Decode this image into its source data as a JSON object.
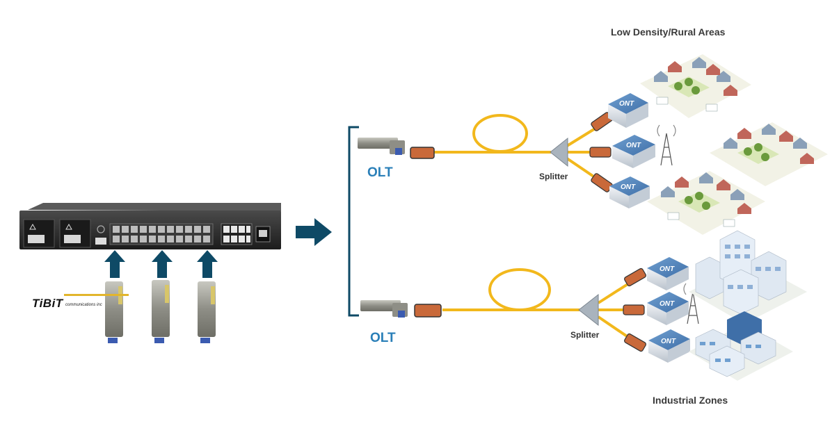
{
  "labels": {
    "region_top": "Low Density/Rural Areas",
    "region_bottom": "Industrial Zones",
    "olt_top": "OLT",
    "olt_bottom": "OLT",
    "splitter_top": "Splitter",
    "splitter_bottom": "Splitter",
    "ont": "ONT"
  },
  "logo": {
    "brand": "TiBiT",
    "tagline": "communications inc"
  },
  "colors": {
    "fiber": "#f2b81c",
    "arrow": "#0e4a66",
    "bracket": "#0e4a66",
    "olt_text": "#2a7fb8",
    "chassis": "#2b2b2b",
    "ont_body": "#dde2e8",
    "connector": "#c9693a"
  }
}
